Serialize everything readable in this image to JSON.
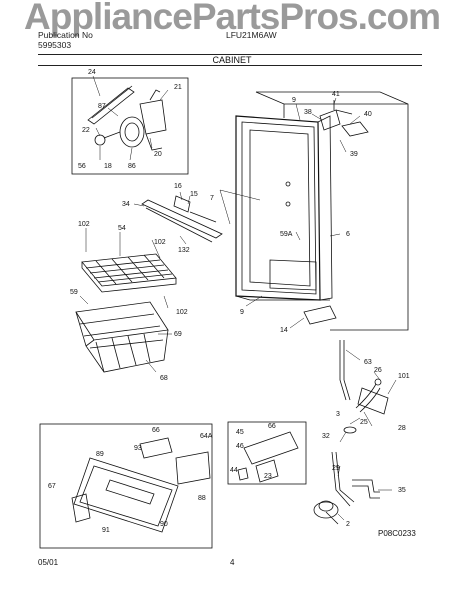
{
  "watermark": "AppliancePartsPros.com",
  "header": {
    "left_line1": "Publication No",
    "left_line2": "5995303",
    "model": "LFU21M6AW",
    "title": "CABINET"
  },
  "diagram_id": "P08C0233",
  "footer": {
    "date": "05/01",
    "page": "4"
  },
  "callouts": {
    "c24": "24",
    "c21": "21",
    "c87": "87",
    "c22": "22",
    "c20": "20",
    "c56": "56",
    "c18": "18",
    "c86": "86",
    "c16": "16",
    "c15": "15",
    "c34": "34",
    "c132": "132",
    "c102a": "102",
    "c54": "54",
    "c102b": "102",
    "c59": "59",
    "c102c": "102",
    "c69": "69",
    "c68": "68",
    "c9a": "9",
    "c38": "38",
    "c41": "41",
    "c40": "40",
    "c39": "39",
    "c7": "7",
    "c59a": "59A",
    "c6": "6",
    "c9b": "9",
    "c14": "14",
    "c63": "63",
    "c26": "26",
    "c101": "101",
    "c25": "25",
    "c28": "28",
    "c3": "3",
    "c32": "32",
    "c29": "29",
    "c35": "35",
    "c2": "2",
    "c66": "66",
    "c93": "93",
    "c64a": "64A",
    "c89": "89",
    "c67": "67",
    "c88": "88",
    "c90": "90",
    "c91": "91",
    "c45": "45",
    "c46": "46",
    "c44": "44",
    "c23": "23"
  }
}
